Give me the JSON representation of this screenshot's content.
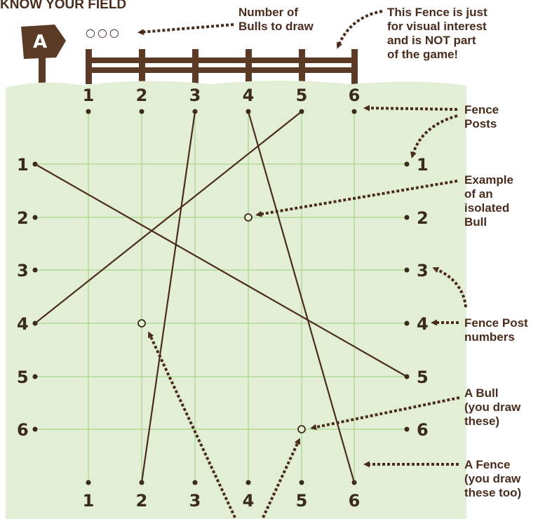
{
  "heading": "KNOW YOUR FIELD",
  "sign_letter": "A",
  "bull_count_symbols": "○○○",
  "column_numbers": [
    "1",
    "2",
    "3",
    "4",
    "5",
    "6"
  ],
  "row_numbers": [
    "1",
    "2",
    "3",
    "4",
    "5",
    "6"
  ],
  "annotations": {
    "number_of_bulls": [
      "Number of",
      "Bulls to draw"
    ],
    "fence_note": [
      "This Fence is just",
      "for visual interest",
      "and is NOT part",
      "of the game!"
    ],
    "fence_posts": [
      "Fence",
      "Posts"
    ],
    "isolated_bull": [
      "Example",
      "of an",
      "isolated",
      "Bull"
    ],
    "post_numbers": [
      "Fence Post",
      "numbers"
    ],
    "a_bull": [
      "A Bull",
      "(you draw",
      "these)"
    ],
    "a_fence": [
      "A Fence",
      "(you draw",
      "these too)"
    ]
  },
  "colors": {
    "field": "#e3efd4",
    "grid": "#a9d48c",
    "wood": "#5b3a26",
    "text": "#3a2a1e",
    "annotation": "#4a2c1d"
  }
}
